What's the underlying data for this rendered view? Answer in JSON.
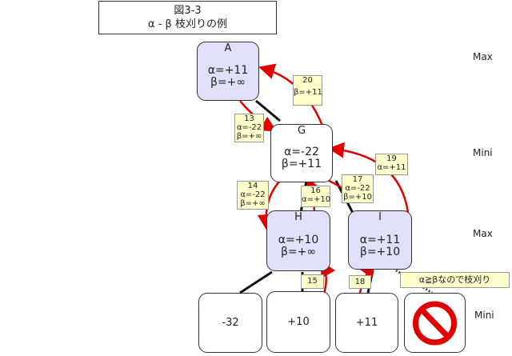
{
  "title": {
    "line1": "図3-3",
    "line2": "α - β 枝刈りの例"
  },
  "levels": [
    "Max",
    "Mini",
    "Max",
    "Mini"
  ],
  "nodes": {
    "A": {
      "name": "A",
      "alpha": "α=+11",
      "beta": "β=+∞"
    },
    "G": {
      "name": "G",
      "alpha": "α=-22",
      "beta": "β=+11"
    },
    "H": {
      "name": "H",
      "alpha": "α=+10",
      "beta": "β=+∞"
    },
    "I": {
      "name": "I",
      "alpha": "α=+11",
      "beta": "β=+10"
    }
  },
  "leaves": [
    "-32",
    "+10",
    "+11"
  ],
  "notes": {
    "n13": {
      "num": "13",
      "a": "α=-22",
      "b": "β=+∞"
    },
    "n14": {
      "num": "14",
      "a": "α=-22",
      "b": "β=+∞"
    },
    "n15": {
      "num": "15"
    },
    "n16": {
      "num": "16",
      "a": "α=+10"
    },
    "n17": {
      "num": "17",
      "a": "α=-22",
      "b": "β=+10"
    },
    "n18": {
      "num": "18"
    },
    "n19": {
      "num": "19",
      "a": "α=+11"
    },
    "n20": {
      "num": "20",
      "b": "β=+11"
    }
  },
  "prune_note": "α≧βなので枝刈り",
  "colors": {
    "max_fill": "#e0e0f8",
    "arrow": "#e00000",
    "note_fill": "#ffffcc",
    "prohibit": "#e00000"
  },
  "icons": {
    "pruned": "prohibited-icon"
  }
}
